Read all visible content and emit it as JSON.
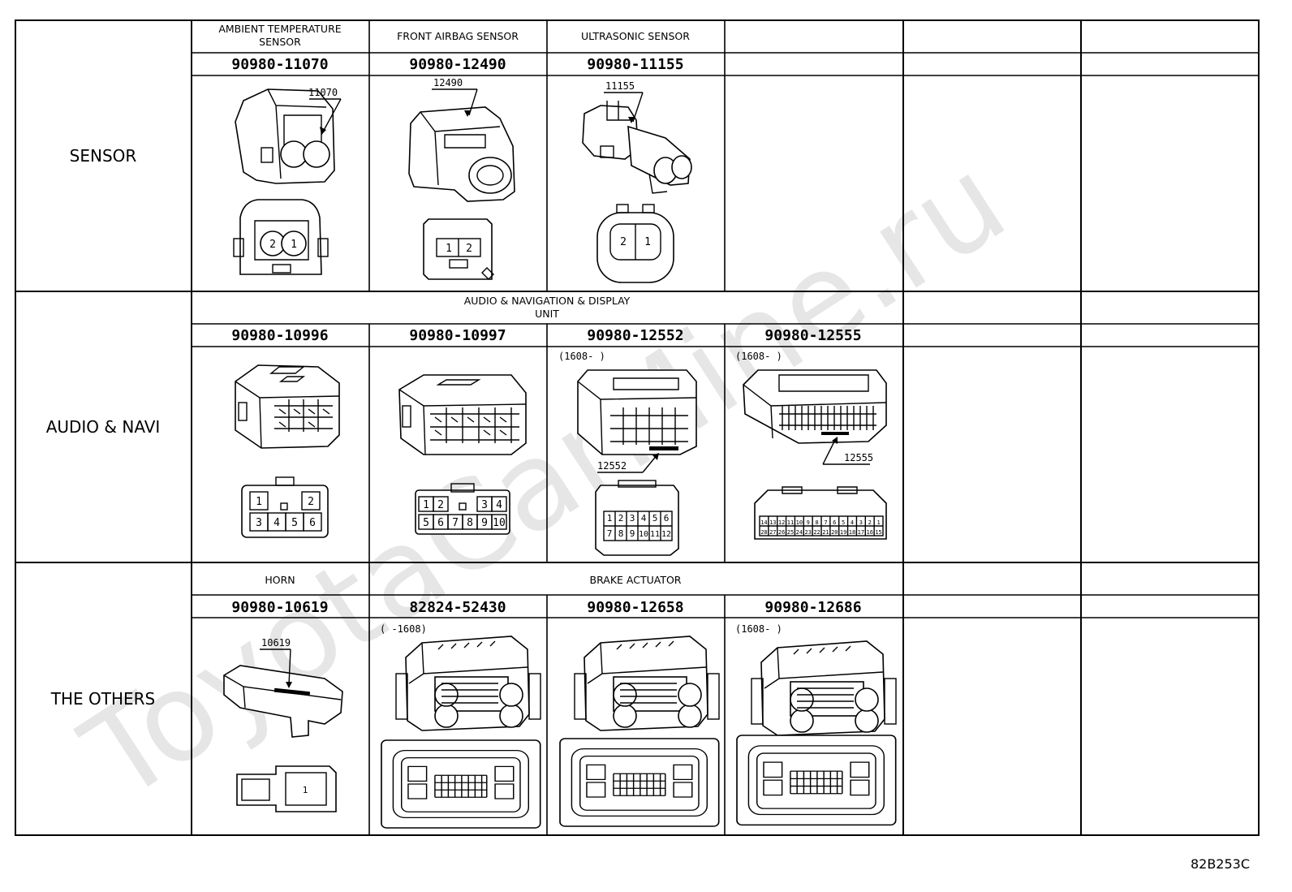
{
  "rows": [
    {
      "category": "SENSOR",
      "headers": [
        "AMBIENT TEMPERATURE SENSOR",
        "FRONT AIRBAG SENSOR",
        "ULTRASONIC SENSOR"
      ],
      "connectors": [
        {
          "part_number": "90980-11070",
          "callout": "11070",
          "pins": [
            "2",
            "1"
          ],
          "icon": "2-pin-round-connector"
        },
        {
          "part_number": "90980-12490",
          "callout": "12490",
          "pins": [
            "1",
            "2"
          ],
          "icon": "2-pin-airbag-connector"
        },
        {
          "part_number": "90980-11155",
          "callout": "11155",
          "pins": [
            "2",
            "1"
          ],
          "icon": "2-pin-waterproof-connector"
        }
      ]
    },
    {
      "category": "AUDIO & NAVI",
      "headers": [
        "AUDIO & NAVIGATION & DISPLAY UNIT"
      ],
      "connectors": [
        {
          "part_number": "90980-10996",
          "pins": [
            "1",
            "2",
            "3",
            "4",
            "5",
            "6"
          ],
          "icon": "6-pin-connector"
        },
        {
          "part_number": "90980-10997",
          "pins": [
            "1",
            "2",
            "3",
            "4",
            "5",
            "6",
            "7",
            "8",
            "9",
            "10"
          ],
          "icon": "10-pin-connector"
        },
        {
          "part_number": "90980-12552",
          "note": "(1608-    )",
          "callout": "12552",
          "pins": [
            "1",
            "2",
            "3",
            "4",
            "5",
            "6",
            "7",
            "8",
            "9",
            "10",
            "11",
            "12"
          ],
          "icon": "12-pin-connector"
        },
        {
          "part_number": "90980-12555",
          "note": "(1608-    )",
          "callout": "12555",
          "pins_top": [
            "14",
            "13",
            "12",
            "11",
            "10",
            "9",
            "8",
            "7",
            "6",
            "5",
            "4",
            "3",
            "2",
            "1"
          ],
          "pins_bottom": [
            "28",
            "27",
            "26",
            "25",
            "24",
            "23",
            "22",
            "21",
            "20",
            "19",
            "18",
            "17",
            "16",
            "15"
          ],
          "icon": "28-pin-connector"
        }
      ]
    },
    {
      "category": "THE OTHERS",
      "headers": [
        "HORN",
        "BRAKE ACTUATOR"
      ],
      "connectors": [
        {
          "part_number": "90980-10619",
          "callout": "10619",
          "pins": [
            "1"
          ],
          "icon": "1-pin-horn-connector"
        },
        {
          "part_number": "82824-52430",
          "note": "(    -1608)",
          "icon": "brake-actuator-connector"
        },
        {
          "part_number": "90980-12658",
          "icon": "brake-actuator-connector"
        },
        {
          "part_number": "90980-12686",
          "note": "(1608-    )",
          "icon": "brake-actuator-connector"
        }
      ]
    }
  ],
  "illustration_code": "82B253C",
  "watermark": "ToyotaCarMine.ru"
}
